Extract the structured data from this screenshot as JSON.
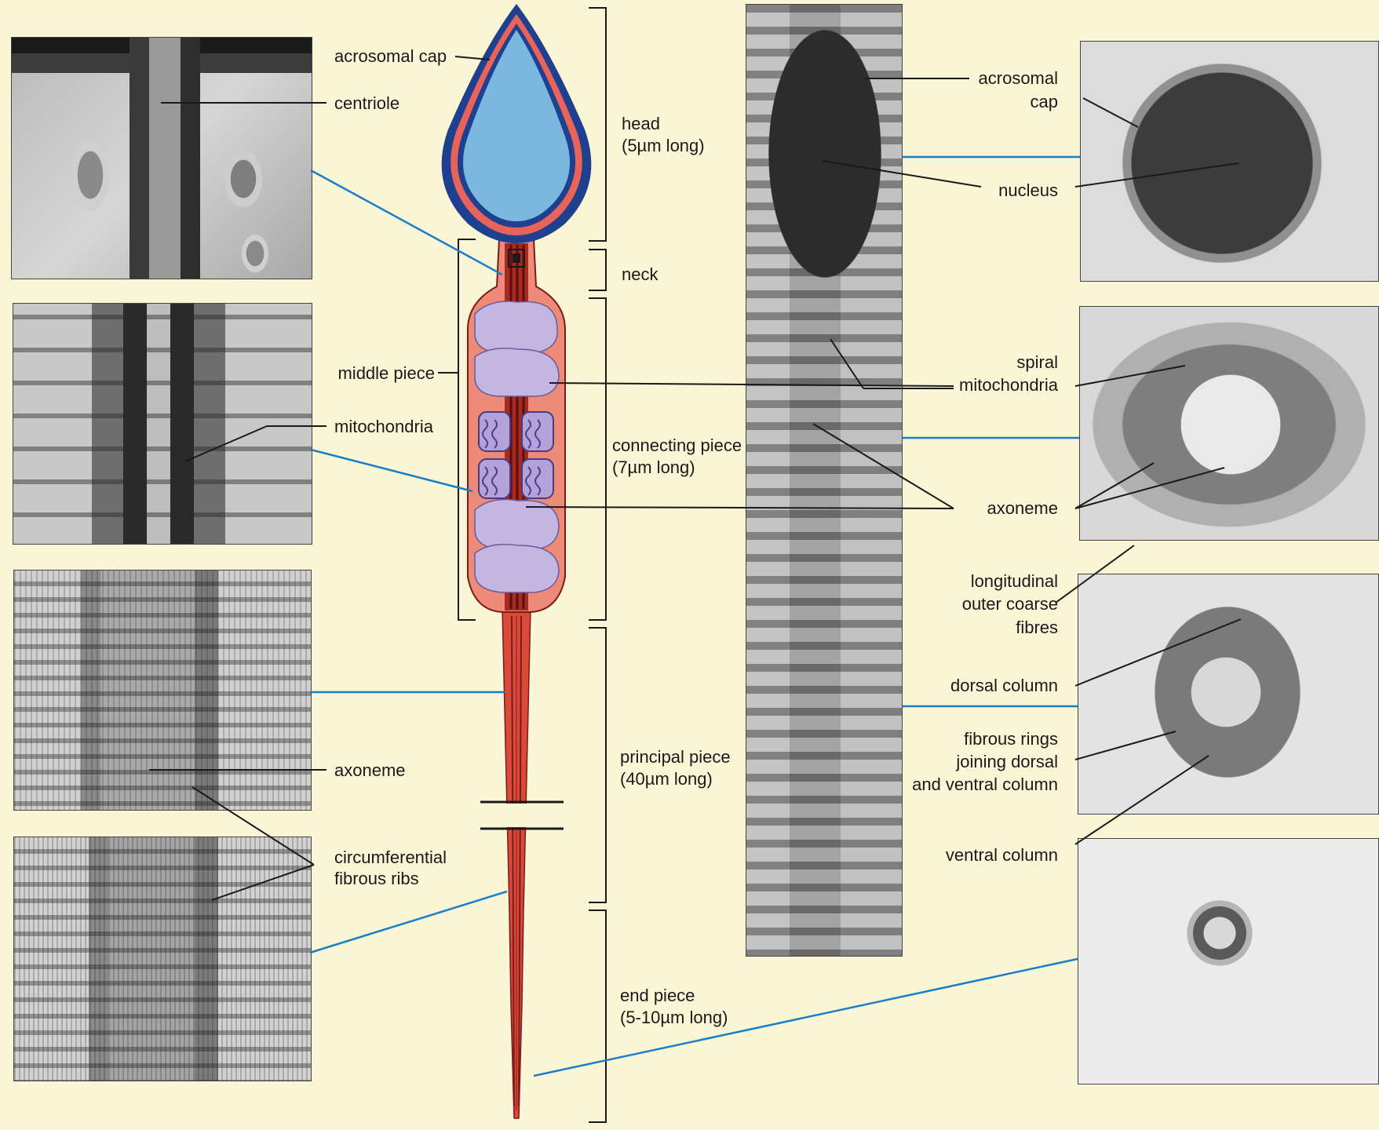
{
  "colors": {
    "background": "#faf5d4",
    "head_fill": "#7ab8e0",
    "head_outline": "#1f3f8f",
    "acrosome": "#e8645a",
    "tail_red": "#d94a3a",
    "tail_dark": "#7a1a1a",
    "sheath_pink": "#ee8a78",
    "mitochondria": "#c4b6e2",
    "mito_inner": "#7a5aa8",
    "pointer_line": "#1a7fc8",
    "label_line": "#1a1a1a"
  },
  "icons": {
    "head": "sperm-head-icon",
    "tail": "sperm-tail-icon"
  },
  "left_labels": {
    "acrosomal_cap": "acrosomal cap",
    "centriole": "centriole",
    "middle_piece": "middle piece",
    "mitochondria": "mitochondria",
    "axoneme": "axoneme",
    "circumferential_1": "circumferential",
    "circumferential_2": "fibrous ribs"
  },
  "region_labels": {
    "head_1": "head",
    "head_2": "(5µm long)",
    "neck": "neck",
    "connecting_1": "connecting piece",
    "connecting_2": "(7µm long)",
    "principal_1": "principal piece",
    "principal_2": "(40µm long)",
    "end_1": "end piece",
    "end_2": "(5-10µm long)"
  },
  "right_labels": {
    "acrosomal_1": "acrosomal",
    "acrosomal_2": "cap",
    "nucleus": "nucleus",
    "spiral_1": "spiral",
    "spiral_2": "mitochondria",
    "axoneme": "axoneme",
    "longitudinal_1": "longitudinal",
    "longitudinal_2": "outer coarse",
    "longitudinal_3": "fibres",
    "dorsal_column": "dorsal column",
    "fibrous_1": "fibrous rings",
    "fibrous_2": "joining dorsal",
    "fibrous_3": "and ventral column",
    "ventral_column": "ventral column"
  }
}
